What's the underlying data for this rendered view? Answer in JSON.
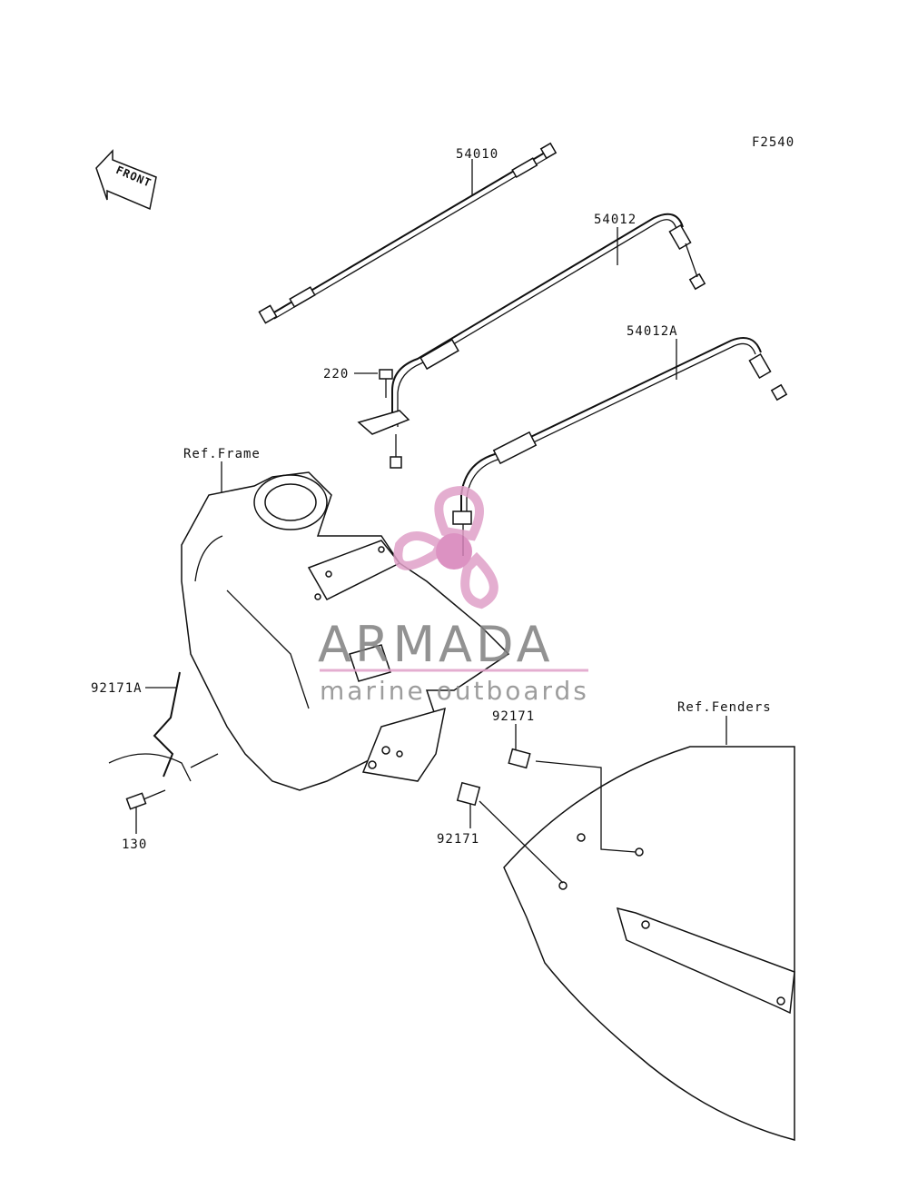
{
  "diagram": {
    "code": "F2540",
    "front_label": "FRONT",
    "labels": {
      "p54010": "54010",
      "p54012": "54012",
      "p54012A": "54012A",
      "p220": "220",
      "ref_frame": "Ref.Frame",
      "p92171A": "92171A",
      "p130": "130",
      "p92171_top": "92171",
      "p92171_bottom": "92171",
      "ref_fenders": "Ref.Fenders"
    }
  },
  "watermark": {
    "brand": "ARMADA",
    "tagline": "marine outboards",
    "logo_color": "#e0a0c8",
    "logo_dark": "#d680b8"
  }
}
